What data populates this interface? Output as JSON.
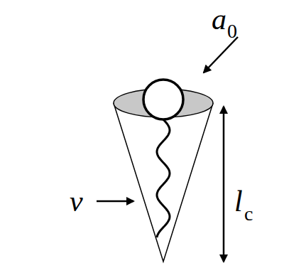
{
  "diagram": {
    "labels": [
      "a",
      "0",
      "v",
      "l",
      "c"
    ]
  }
}
